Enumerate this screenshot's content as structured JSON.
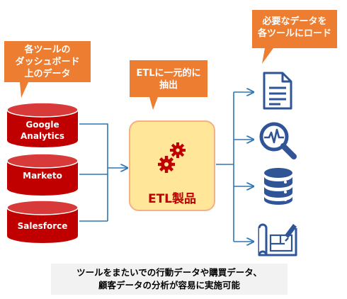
{
  "callouts": {
    "source": {
      "line1": "各ツールの",
      "line2": "ダッシュボード",
      "line3": "上のデータ"
    },
    "extract": {
      "line1": "ETLに一元的に",
      "line2": "抽出"
    },
    "load": {
      "line1": "必要なデータを",
      "line2": "各ツールにロード"
    }
  },
  "sources": [
    {
      "line1": "Google",
      "line2": "Analytics"
    },
    {
      "line1": "Marketo"
    },
    {
      "line1": "Salesforce"
    }
  ],
  "etl_product": {
    "label": "ETL製品",
    "icon": "gears-icon"
  },
  "destinations": [
    {
      "icon": "document-icon"
    },
    {
      "icon": "analytics-search-icon"
    },
    {
      "icon": "database-icon"
    },
    {
      "icon": "blueprint-icon"
    }
  ],
  "caption": {
    "line1": "ツールをまたいでの行動データや購買データ、",
    "line2": "顧客データの分析が容易に実施可能"
  },
  "colors": {
    "callout": "#ed7d31",
    "cylinder": "#c00000",
    "etl_fill": "#ffe699",
    "etl_border": "#f4b183",
    "icon": "#2f5597",
    "connector": "#2e75b6"
  }
}
